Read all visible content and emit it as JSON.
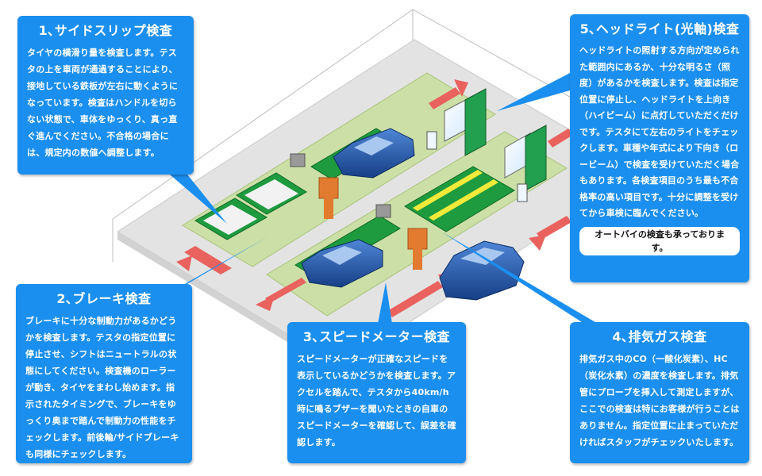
{
  "callouts": [
    {
      "id": "side-slip",
      "title": "1､サイドスリップ検査",
      "text": "タイヤの横滑り量を検査します。テスタの上を車両が通過することにより、接地している鉄板が左右に動くようになっています。検査はハンドルを切らない状態で、車体をゆっくり、真っ直ぐ進んでください。不合格の場合には、規定内の数値へ調整します。"
    },
    {
      "id": "brake",
      "title": "2､ブレーキ検査",
      "text": "ブレーキに十分な制動力があるかどうかを検査します。テスタの指定位置に停止させ、シフトはニュートラルの状態にしてください。検査機のローラーが動き、タイヤをまわし始めます。指示されたタイミングで、ブレーキをゆっくり奥まで踏んで制動力の性能をチェックします。前後輪/サイドブレーキも同様にチェックします。"
    },
    {
      "id": "speedometer",
      "title": "3､スピードメーター検査",
      "text": "スピードメーターが正確なスピードを表示しているかどうかを検査します。アクセルを踏んで、テスタから40km/h時に鳴るブザーを聞いたときの自車のスピードメーターを確認して、誤差を確認します。"
    },
    {
      "id": "exhaust",
      "title": "4､排気ガス検査",
      "text": "排気ガス中のCO（一酸化炭素）、HC（炭化水素）の濃度を検査します。排気管にプローブを挿入して測定しますが、ここでの検査は特にお客様が行うことはありません。指定位置に止まっていただければスタッフがチェックいたします。"
    },
    {
      "id": "headlight",
      "title": "5､ヘッドライト(光軸)検査",
      "text": "ヘッドライトの照射する方向が定められた範囲内にあるか、十分な明るさ（照度）があるかを検査します。検査は指定位置に停止し、ヘッドライトを上向き（ハイビーム）に点灯していただくだけです。テスタにて左右のライトをチェックします。車種や年式により下向き（ロービーム）で検査を受けていただく場合もあります。各検査項目のうち最も不合格率の高い項目です。十分に調整を受けてから車検に臨んでください。",
      "note": "オートバイの検査も承っております。"
    }
  ],
  "colors": {
    "callout_bg": "#1b8fef",
    "floor": "#e3e3e3",
    "lane": "#ccdfa6",
    "tester": "#1e9b3e",
    "arrow": "#e9625e",
    "yellow_bar": "#f2ea3a",
    "car": "#1f4f99"
  }
}
